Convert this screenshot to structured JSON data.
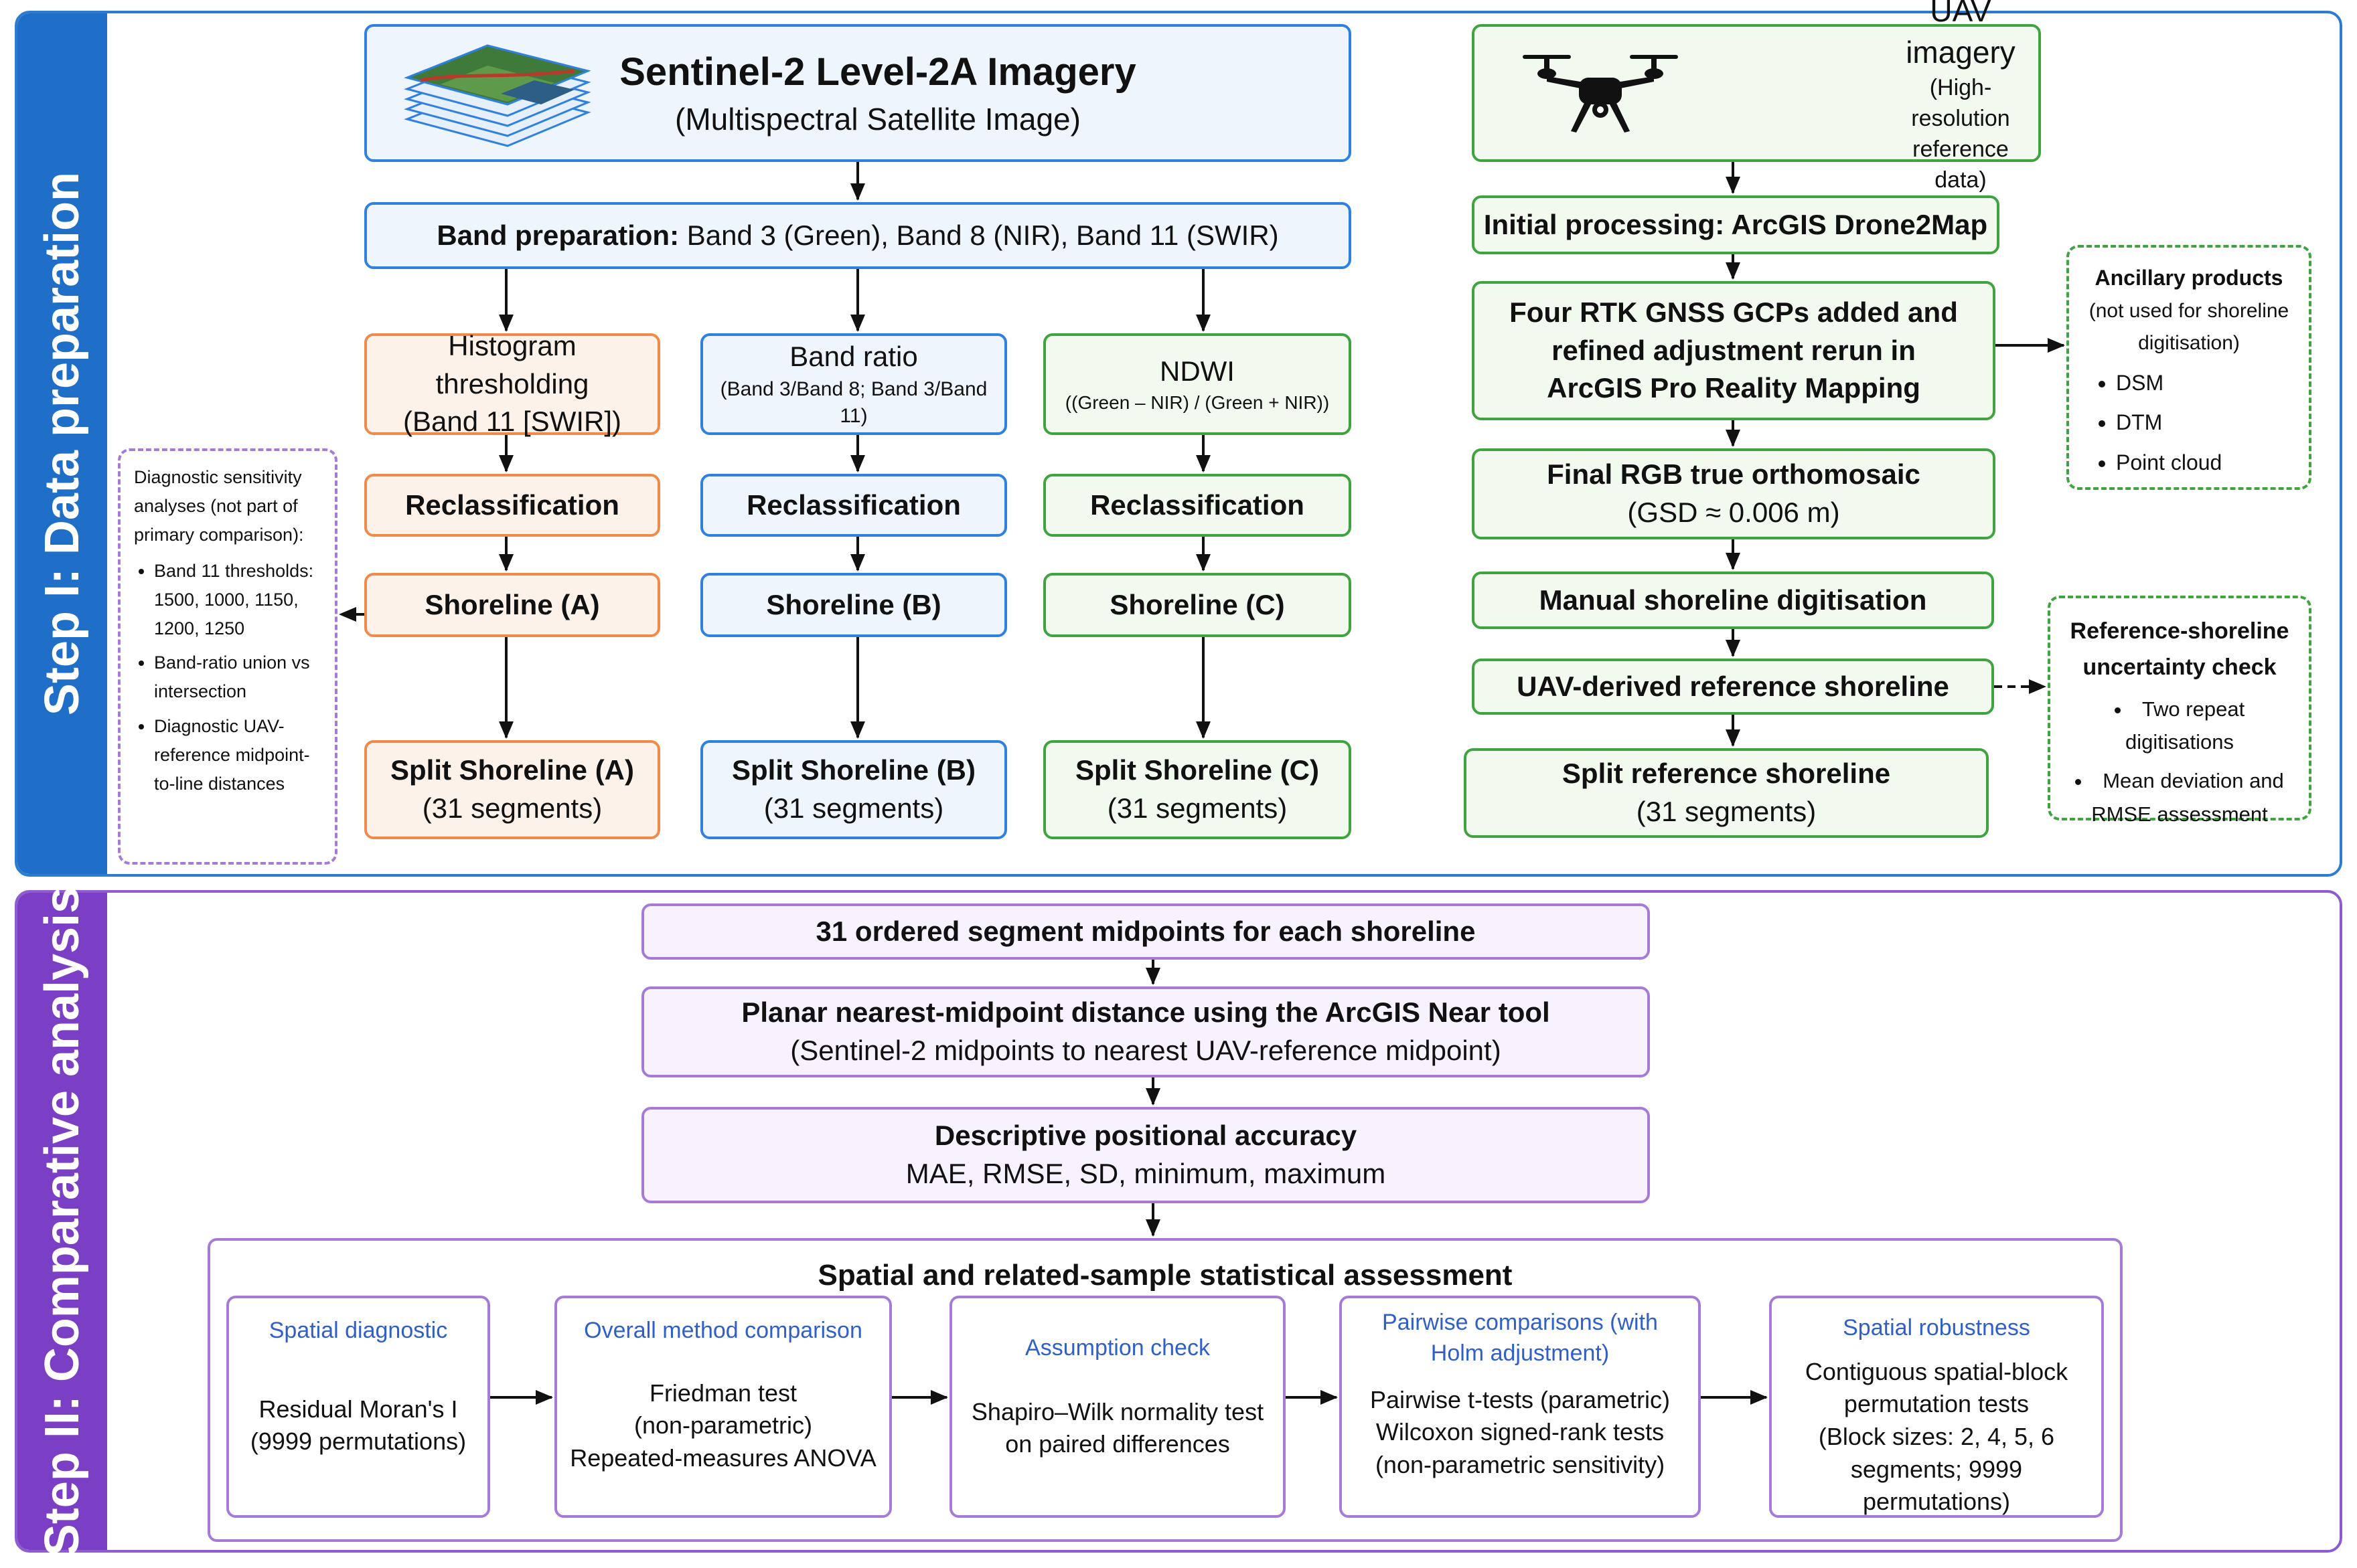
{
  "step1": {
    "label": "Step I: Data preparation",
    "sentinel_title": "Sentinel-2 Level-2A Imagery",
    "sentinel_sub": "(Multispectral Satellite Image)",
    "band_prep_bold": "Band preparation:",
    "band_prep_rest": " Band 3 (Green), Band 8 (NIR), Band 11 (SWIR)",
    "hist_title": "Histogram thresholding",
    "hist_sub": "(Band 11 [SWIR])",
    "ratio_title": "Band ratio",
    "ratio_sub": "(Band 3/Band 8; Band 3/Band 11)",
    "ndwi_title": "NDWI",
    "ndwi_sub": "((Green – NIR) / (Green + NIR))",
    "reclass_a": "Reclassification",
    "reclass_b": "Reclassification",
    "reclass_c": "Reclassification",
    "shore_a": "Shoreline (A)",
    "shore_b": "Shoreline (B)",
    "shore_c": "Shoreline (C)",
    "split_a_title": "Split Shoreline (A)",
    "split_a_sub": "(31 segments)",
    "split_b_title": "Split Shoreline (B)",
    "split_b_sub": "(31 segments)",
    "split_c_title": "Split Shoreline (C)",
    "split_c_sub": "(31 segments)",
    "diag_note": {
      "intro": "Diagnostic sensitivity analyses (not part of primary comparison):",
      "items": [
        "Band 11 thresholds: 1500, 1000, 1150, 1200, 1250",
        "Band-ratio union vs intersection",
        "Diagnostic UAV-reference midpoint-to-line distances"
      ]
    },
    "uav_title": "UAV imagery",
    "uav_sub": "(High-resolution reference data)",
    "initial_proc": "Initial processing: ArcGIS Drone2Map",
    "rtk_lines": [
      "Four RTK GNSS GCPs added and",
      "refined adjustment rerun in",
      "ArcGIS Pro Reality Mapping"
    ],
    "ortho_title": "Final RGB true orthomosaic",
    "ortho_sub": "(GSD ≈ 0.006 m)",
    "manual_dig": "Manual shoreline digitisation",
    "uav_ref": "UAV-derived reference shoreline",
    "split_ref_title": "Split reference shoreline",
    "split_ref_sub": "(31 segments)",
    "ancillary": {
      "title": "Ancillary products",
      "sub": "(not used for shoreline digitisation)",
      "items": [
        "DSM",
        "DTM",
        "Point cloud"
      ]
    },
    "ref_check": {
      "title": "Reference-shoreline uncertainty check",
      "items": [
        "Two repeat digitisations",
        "Mean deviation and RMSE assessment"
      ]
    }
  },
  "step2": {
    "label": "Step II: Comparative analysis",
    "midpoints": "31 ordered segment midpoints for each shoreline",
    "near_title": "Planar nearest-midpoint distance using the ArcGIS Near tool",
    "near_sub": "(Sentinel-2 midpoints to nearest UAV-reference midpoint)",
    "desc_title": "Descriptive positional accuracy",
    "desc_sub": "MAE, RMSE, SD, minimum, maximum",
    "assess_title": "Spatial and related-sample statistical assessment",
    "cards": [
      {
        "title": "Spatial diagnostic",
        "lines": [
          "Residual Moran's I",
          "(9999 permutations)"
        ]
      },
      {
        "title": "Overall method comparison",
        "lines": [
          "Friedman test",
          "(non-parametric)",
          "Repeated-measures ANOVA"
        ]
      },
      {
        "title": "Assumption check",
        "lines": [
          "Shapiro–Wilk normality test",
          "on paired differences"
        ]
      },
      {
        "title": "Pairwise comparisons (with Holm adjustment)",
        "lines": [
          "Pairwise t-tests (parametric)",
          "Wilcoxon signed-rank tests",
          "(non-parametric sensitivity)"
        ]
      },
      {
        "title": "Spatial robustness",
        "lines": [
          "Contiguous spatial-block",
          "permutation tests",
          "(Block sizes: 2, 4, 5, 6",
          "segments; 9999 permutations)"
        ]
      }
    ]
  },
  "colors": {
    "step1": "#1f6fc9",
    "step2": "#7a3fc4",
    "orange": "#f08a4b",
    "blue": "#2f80e0",
    "green": "#3fa33f",
    "purple": "#a67bd8"
  },
  "icons": [
    "satellite-image-stack-icon",
    "drone-icon"
  ]
}
